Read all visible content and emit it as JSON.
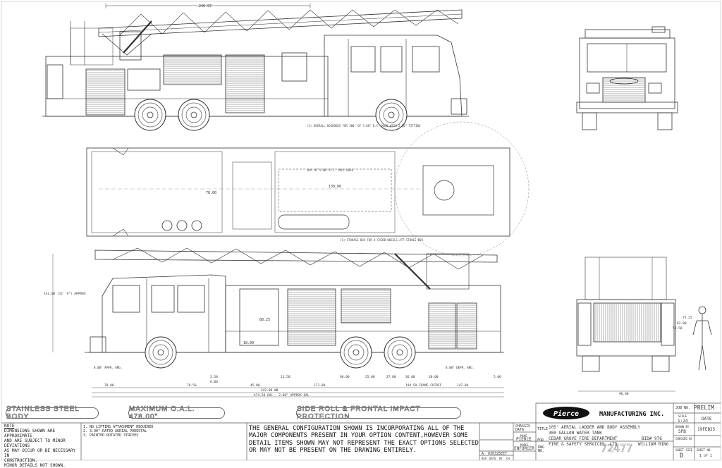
{
  "labels": {
    "stainless": "STAINLESS STEEL BODY",
    "max_oal": "MAXIMUM O.A.L. 478.00\"",
    "side_roll": "SIDE ROLL & FRONTAL IMPACT PROTECTION"
  },
  "notes": {
    "title": "NOTE",
    "lines": [
      "DIMENSIONS SHOWN ARE APPROXIMATE",
      "AND ARE SUBJECT TO MINOR DEVIATIONS",
      "AS MAY OCCUR OR BE NECESSARY IN",
      "CONSTRUCTION.",
      "MINOR DETAILS NOT SHOWN."
    ],
    "legend": [
      "1. NO LIFTING ATTACHMENT REQUIRED",
      "2. 3.00\" RATED AERIAL PEDESTAL",
      "3. PAINTED ROTATED STRIPES"
    ]
  },
  "general": "THE GENERAL CONFIGURATION SHOWN IS INCORPORATING ALL OF THE MAJOR COMPONENTS PRESENT IN YOUR OPTION CONTENT,HOWEVER SOME DETAIL ITEMS SHOWN MAY NOT REPRESENT THE EXACT OPTIONS SELECTED OR MAY NOT BE PRESENT ON THE DRAWING ENTIRELY.",
  "titleblock": {
    "logo": "Pierce",
    "company": "MANUFACTURING INC.",
    "job_no_label": "JOB NO.",
    "job_no": "PRELIM",
    "scale_label": "SCALE",
    "scale": "1:24",
    "date_label": "DATE",
    "date": "19FEB25",
    "drawn_label": "DRAWN BY",
    "drawn": "SPB",
    "checked_label": "CHECKED BY",
    "sheet_size_label": "SHEET SIZE",
    "sheet_size": "D",
    "sheet_no_label": "SHEET NO.",
    "sheet_no": "1 of 1",
    "chassis_label": "CHASSIS DATA",
    "make_label": "MAKE",
    "make": "PIERCE",
    "model_label": "MODEL",
    "model": "ENFORCER",
    "title_label": "TITLE",
    "title_line1": "105' AERIAL LADDER AND BODY ASSEMBLY",
    "title_line2": "300 GALLON WATER TANK",
    "for_label": "FOR",
    "customer": "CEDAR GROVE FIRE DEPARTMENT",
    "dealer": "FIRE & SAFETY SERVICES, LTD",
    "bid_label": "BID#",
    "bid": "976",
    "rep": "WILLIAM RING",
    "dwg_label": "DWG NO.",
    "dwg": "72477",
    "rev_letter": "A",
    "rev_date": "030325",
    "rev_by": "EET",
    "rev_headers": [
      "REV",
      "DATE",
      "BY",
      "CH"
    ]
  },
  "dims": {
    "top_overall": "246.97",
    "plan_width": "78.00",
    "plan_hose": "BUY OF 5.00\" D.C. POLY HOSE",
    "plan_inner": "130.00",
    "plan_note": "(1) STORAGE BOX FOR 4 CRIBB WHEELS ATT STOKES BOX",
    "side_height": "141.00 (11' 9\") APPROX",
    "note_front_elev": "(2) OVERALL HOSEBEDS FOR 300' OF 5.00\" D.C. HOSE WITH 2.50\" FITTING",
    "bottom_row": [
      "78.00",
      "78.50",
      "45.00",
      "11.50",
      "173.00",
      "96.00",
      "25.00",
      "27.00",
      "36.00",
      "30.00",
      "5.00"
    ],
    "wheelbase": "242.00 WB",
    "frame_cutoff": "194.59 FRAME CUTOFF",
    "rear_oh": "147.00",
    "overall": "474.50 OAL - 2.00\" APPROX OAL",
    "cab_dims": [
      "2.50",
      "6.00"
    ],
    "angle_front": "8.00° APPR. ANG.",
    "angle_rear": "8.00° DEPR. ANG.",
    "body_height": "88.25",
    "body_low": "18.00",
    "rear_width": "96.00",
    "rear_heights": [
      "75.25",
      "62.00",
      "53.50"
    ]
  },
  "colors": {
    "line": "#333333",
    "light_line": "#777777"
  }
}
